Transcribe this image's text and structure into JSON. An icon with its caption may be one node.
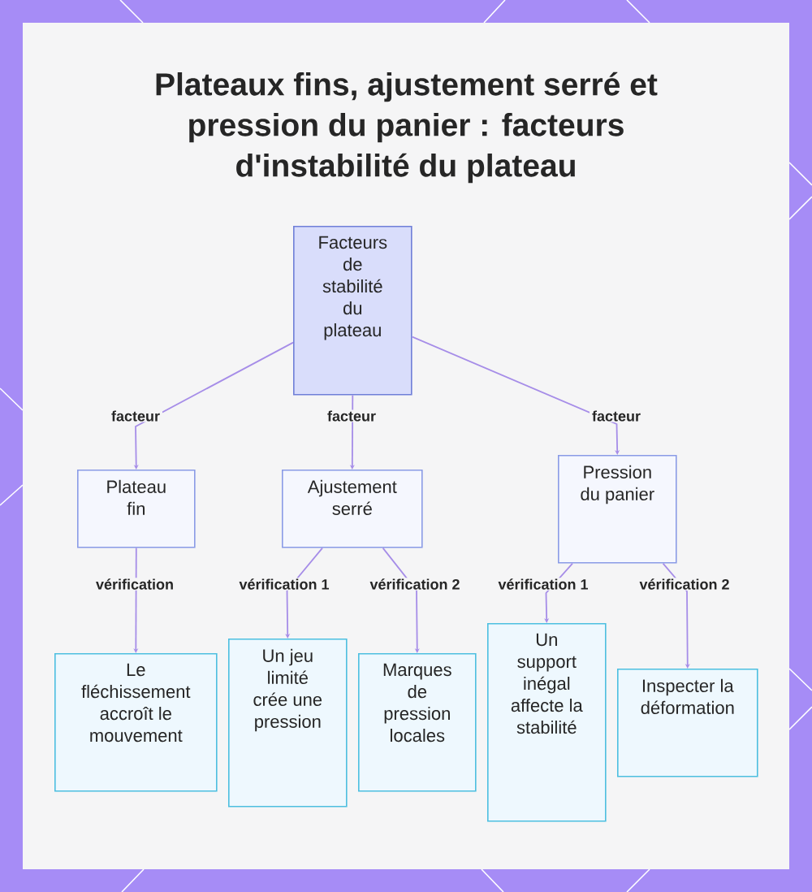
{
  "diagram": {
    "title": "Plateaux fins, ajustement serré et pression du panier : facteurs d'instabilité du plateau",
    "nodes": [
      {
        "text": [
          "Facteurs de stabilité du plateau"
        ]
      },
      {
        "text": [
          "Plateau fin"
        ]
      },
      {
        "text": [
          "Ajustement serré"
        ]
      },
      {
        "text": [
          "Pression du panier"
        ]
      },
      {
        "text": [
          "Le fléchissement accroît le mouvement"
        ]
      },
      {
        "text": [
          "Un jeu limité crée une pression"
        ]
      },
      {
        "text": [
          "Marques de pression locales"
        ]
      },
      {
        "text": [
          "Un support inégal affecte la stabilité"
        ]
      },
      {
        "text": [
          "Inspecter la déformation"
        ]
      }
    ],
    "edges": [
      {
        "from": 0,
        "to": 1,
        "arrow": "to",
        "label": "facteur"
      },
      {
        "from": 0,
        "to": 2,
        "arrow": "to",
        "label": "facteur"
      },
      {
        "from": 0,
        "to": 3,
        "arrow": "to",
        "label": "facteur"
      },
      {
        "from": 1,
        "to": 4,
        "arrow": "to",
        "label": "vérification"
      },
      {
        "from": 2,
        "to": 5,
        "arrow": "to",
        "label": "vérification 1"
      },
      {
        "from": 2,
        "to": 6,
        "arrow": "to",
        "label": "vérification 2"
      },
      {
        "from": 3,
        "to": 7,
        "arrow": "to",
        "label": "vérification 1"
      },
      {
        "from": 3,
        "to": 8,
        "arrow": "to",
        "label": "vérification 2"
      }
    ]
  }
}
